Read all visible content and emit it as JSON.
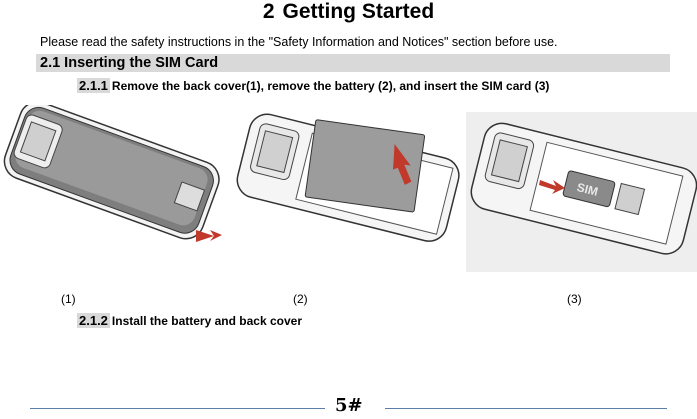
{
  "chapter": {
    "number": "2",
    "title": "Getting Started"
  },
  "intro_text": "Please read the safety instructions in the \"Safety Information and Notices\" section before use.",
  "section": {
    "title": "2.1 Inserting the SIM Card"
  },
  "subsections": [
    {
      "number": "2.1.1",
      "text": "Remove the back cover(1), remove the battery (2), and insert the SIM card (3)"
    },
    {
      "number": "2.1.2",
      "text": "Install the battery and back cover"
    }
  ],
  "figures": [
    {
      "caption": "(1)",
      "icon": "phone-back-cover-removal-illustration"
    },
    {
      "caption": "(2)",
      "icon": "battery-removal-illustration"
    },
    {
      "caption": "(3)",
      "icon": "sim-card-insertion-illustration",
      "label": "SIM"
    }
  ],
  "footer": {
    "page_number": "5#",
    "rule_color": "#5b7fa6"
  },
  "colors": {
    "section_bg": "#d9d9d9",
    "arrow": "#c0392b"
  }
}
